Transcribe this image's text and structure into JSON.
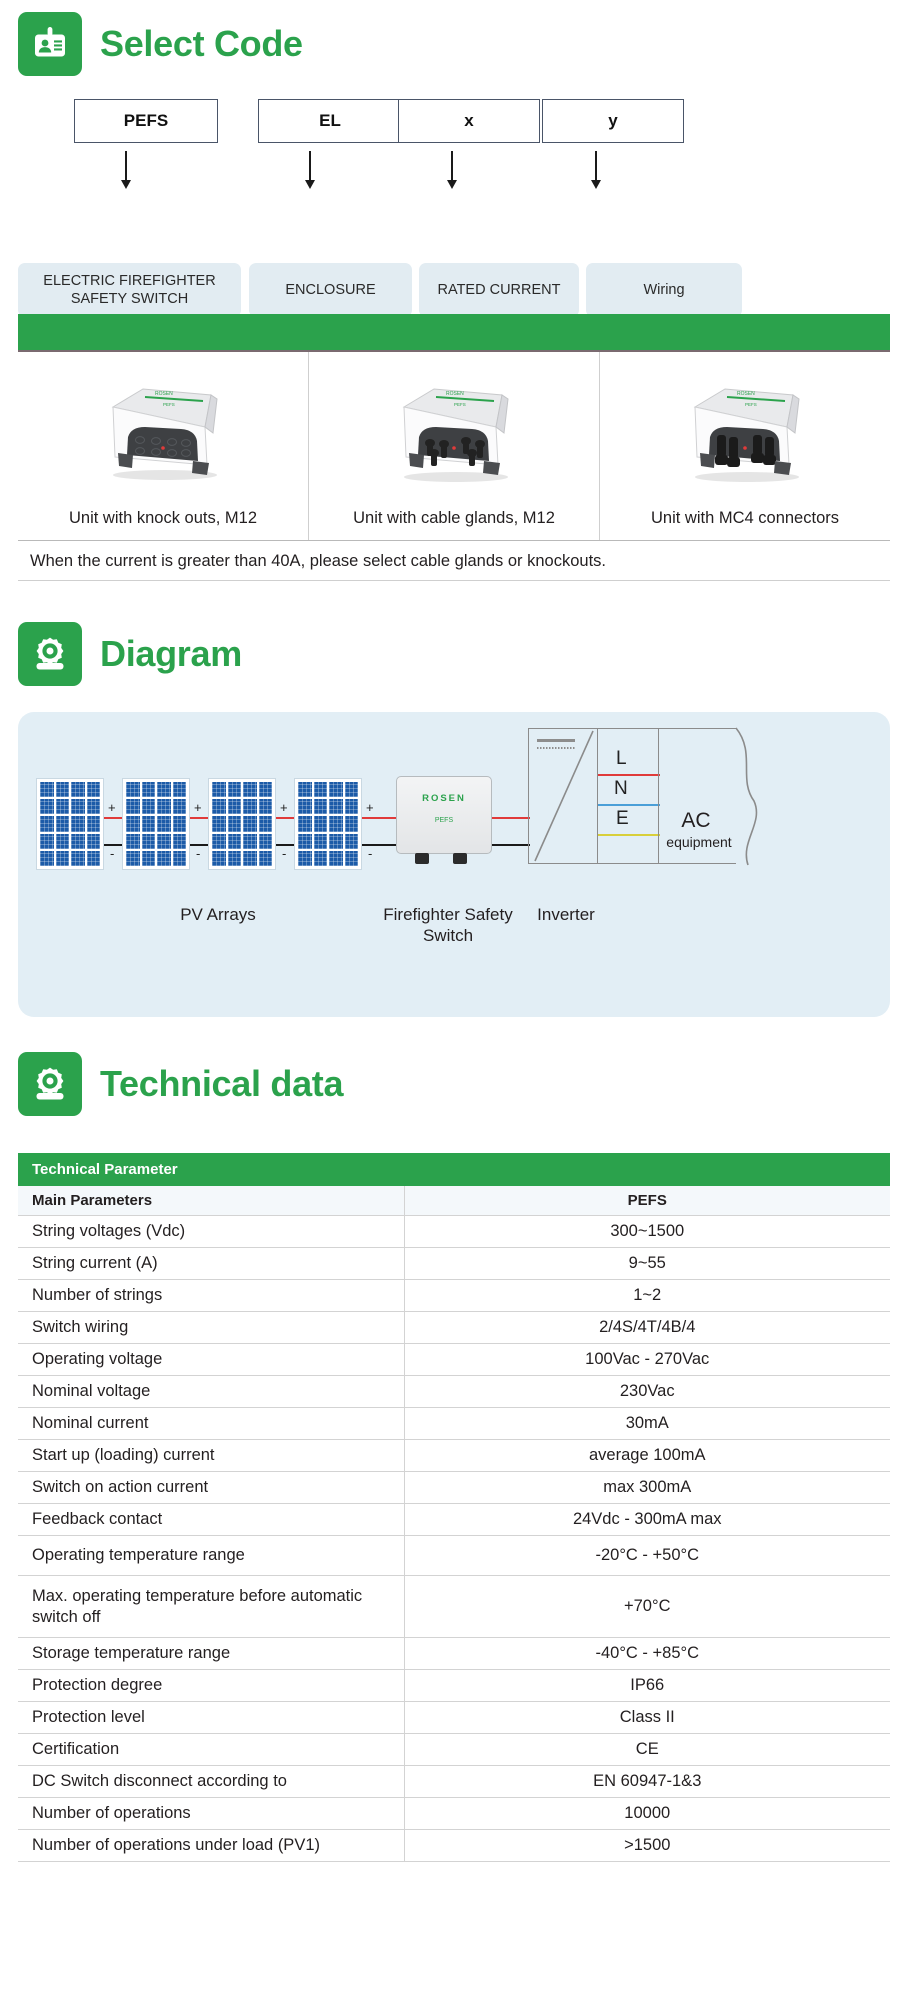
{
  "sections": {
    "select_code": {
      "title": "Select Code",
      "icon": "id-badge-icon"
    },
    "diagram": {
      "title": "Diagram",
      "icon": "gear-icon"
    },
    "technical": {
      "title": "Technical data",
      "icon": "gear-icon"
    }
  },
  "select_code": {
    "codes": [
      {
        "code": "PEFS",
        "desc": "ELECTRIC FIREFIGHTER SAFETY SWITCH"
      },
      {
        "code": "EL",
        "desc": "ENCLOSURE"
      },
      {
        "code": "x",
        "desc": "RATED CURRENT"
      },
      {
        "code": "y",
        "desc": "Wiring"
      }
    ],
    "gallery": [
      {
        "caption": "Unit with knock outs, M12",
        "image": "pefs-unit-knockouts-image"
      },
      {
        "caption": "Unit with cable glands, M12",
        "image": "pefs-unit-cable-glands-image"
      },
      {
        "caption": "Unit with MC4 connectors",
        "image": "pefs-unit-mc4-image"
      }
    ],
    "note": "When the current is greater than 40A, please select cable glands or knockouts."
  },
  "diagram": {
    "labels": {
      "pv_arrays": "PV Arrays",
      "firefighter_switch": "Firefighter Safety Switch",
      "inverter": "Inverter",
      "ac_equipment_line1": "AC",
      "ac_equipment_line2": "equipment"
    },
    "device_brand": "ROSEN",
    "device_model": "PEFS",
    "polarity_plus": "+",
    "polarity_minus": "-",
    "ac_lines": [
      {
        "label": "L",
        "color": "#e03a3a"
      },
      {
        "label": "N",
        "color": "#4a9fd8"
      },
      {
        "label": "E",
        "color": "#d8cf3a"
      }
    ],
    "panel_count": 4
  },
  "technical": {
    "header": "Technical Parameter",
    "columns": [
      "Main Parameters",
      "PEFS"
    ],
    "rows": [
      {
        "param": "String voltages (Vdc)",
        "value": "300~1500"
      },
      {
        "param": "String current (A)",
        "value": "9~55"
      },
      {
        "param": "Number of strings",
        "value": "1~2"
      },
      {
        "param": "Switch wiring",
        "value": "2/4S/4T/4B/4"
      },
      {
        "param": "Operating voltage",
        "value": "100Vac - 270Vac"
      },
      {
        "param": "Nominal voltage",
        "value": "230Vac"
      },
      {
        "param": "Nominal current",
        "value": "30mA"
      },
      {
        "param": "Start up (loading) current",
        "value": "average 100mA"
      },
      {
        "param": "Switch on action current",
        "value": "max 300mA"
      },
      {
        "param": "Feedback contact",
        "value": "24Vdc - 300mA max"
      },
      {
        "param": "Operating temperature range",
        "value": "-20°C - +50°C"
      },
      {
        "param": "Max. operating temperature before automatic switch off",
        "value": "+70°C"
      },
      {
        "param": "Storage temperature range",
        "value": "-40°C - +85°C"
      },
      {
        "param": "Protection degree",
        "value": "IP66"
      },
      {
        "param": "Protection level",
        "value": "Class II"
      },
      {
        "param": "Certification",
        "value": "CE"
      },
      {
        "param": "DC Switch disconnect according to",
        "value": "EN 60947-1&3"
      },
      {
        "param": "Number of operations",
        "value": "10000"
      },
      {
        "param": "Number of operations under load (PV1)",
        "value": ">1500"
      }
    ]
  },
  "colors": {
    "brand_green": "#2ba24c",
    "panel_blue": "#e2eef5",
    "desc_blue": "#e2ecf2"
  }
}
